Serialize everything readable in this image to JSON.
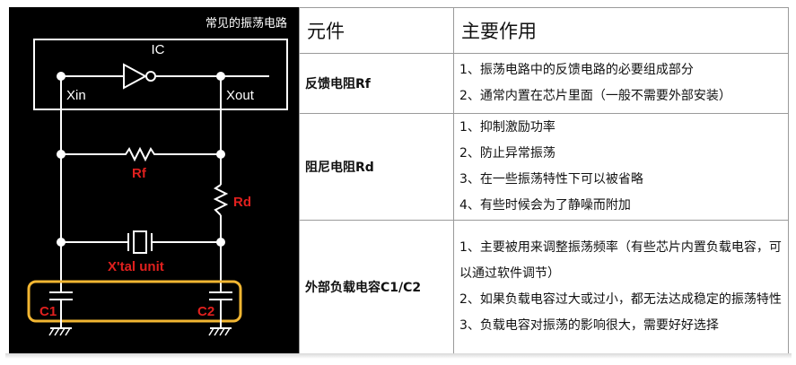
{
  "circuit": {
    "title": "常见的振荡电路",
    "ic_label": "IC",
    "xin_label": "Xin",
    "xout_label": "Xout",
    "rf_label": "Rf",
    "rd_label": "Rd",
    "crystal_label": "X'tal unit",
    "c1_label": "C1",
    "c2_label": "C2",
    "colors": {
      "background": "#000000",
      "wire": "#ffffff",
      "label_red": "#e0201e",
      "highlight": "#f2b632"
    }
  },
  "table": {
    "headers": [
      "元件",
      "主要作用"
    ],
    "rows": [
      {
        "name": "反馈电阻Rf",
        "functions": [
          "1、振荡电路中的反馈电路的必要组成部分",
          "2、通常内置在芯片里面（一般不需要外部安装）"
        ]
      },
      {
        "name": "阻尼电阻Rd",
        "functions": [
          "1、抑制激励功率",
          "2、防止异常振荡",
          "3、在一些振荡特性下可以被省略",
          "4、有些时候会为了静噪而附加"
        ]
      },
      {
        "name": "外部负载电容C1/C2",
        "functions": [
          "1、主要被用来调整振荡频率（有些芯片内置负载电容，可以通过软件调节）",
          "2、如果负载电容过大或过小，都无法达成稳定的振荡特性",
          "3、负载电容对振荡的影响很大，需要好好选择"
        ]
      }
    ]
  }
}
